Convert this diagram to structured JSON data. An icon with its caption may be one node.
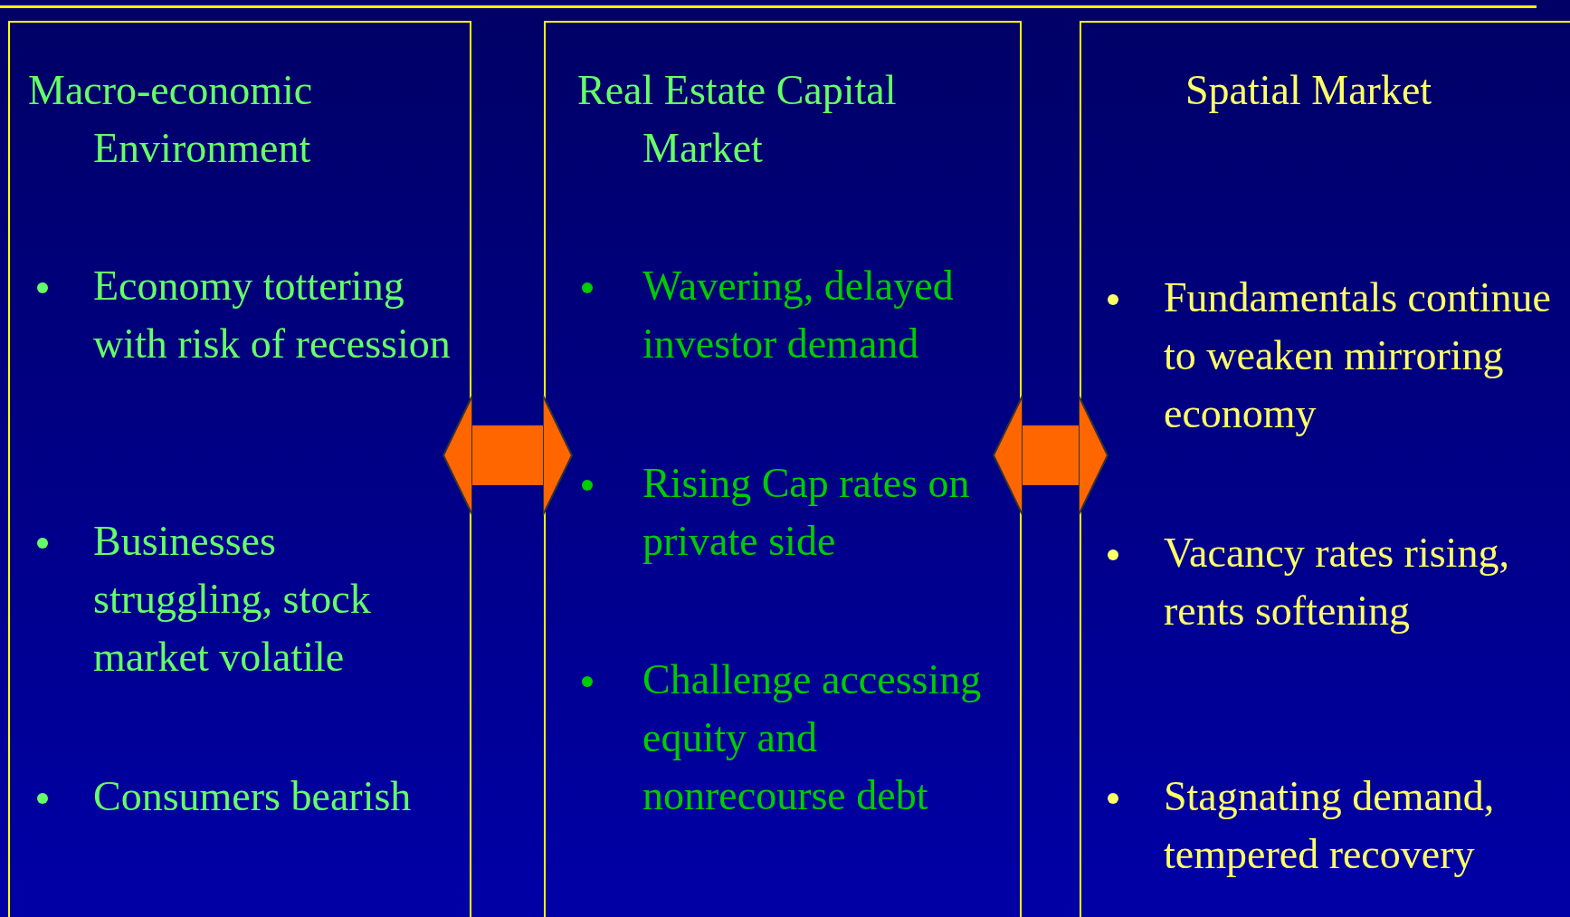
{
  "diagram": {
    "nodes": [
      {
        "text": [
          "Macro-economic Environment",
          "Economy tottering with risk of recession",
          "Businesses struggling, stock market volatile",
          "Consumers bearish"
        ]
      },
      {
        "text": [
          "Real Estate Capital Market",
          "Wavering, delayed investor demand",
          "Rising Cap rates on private side",
          "Challenge accessing equity and nonrecourse debt"
        ]
      },
      {
        "text": [
          "Spatial Market",
          "Fundamentals continue to weaken mirroring economy",
          "Vacancy rates rising, rents softening",
          "Stagnating demand, tempered recovery"
        ]
      }
    ],
    "edges": [
      {
        "from": 0,
        "to": 1,
        "arrow": "both"
      },
      {
        "from": 1,
        "to": 2,
        "arrow": "both"
      }
    ]
  }
}
